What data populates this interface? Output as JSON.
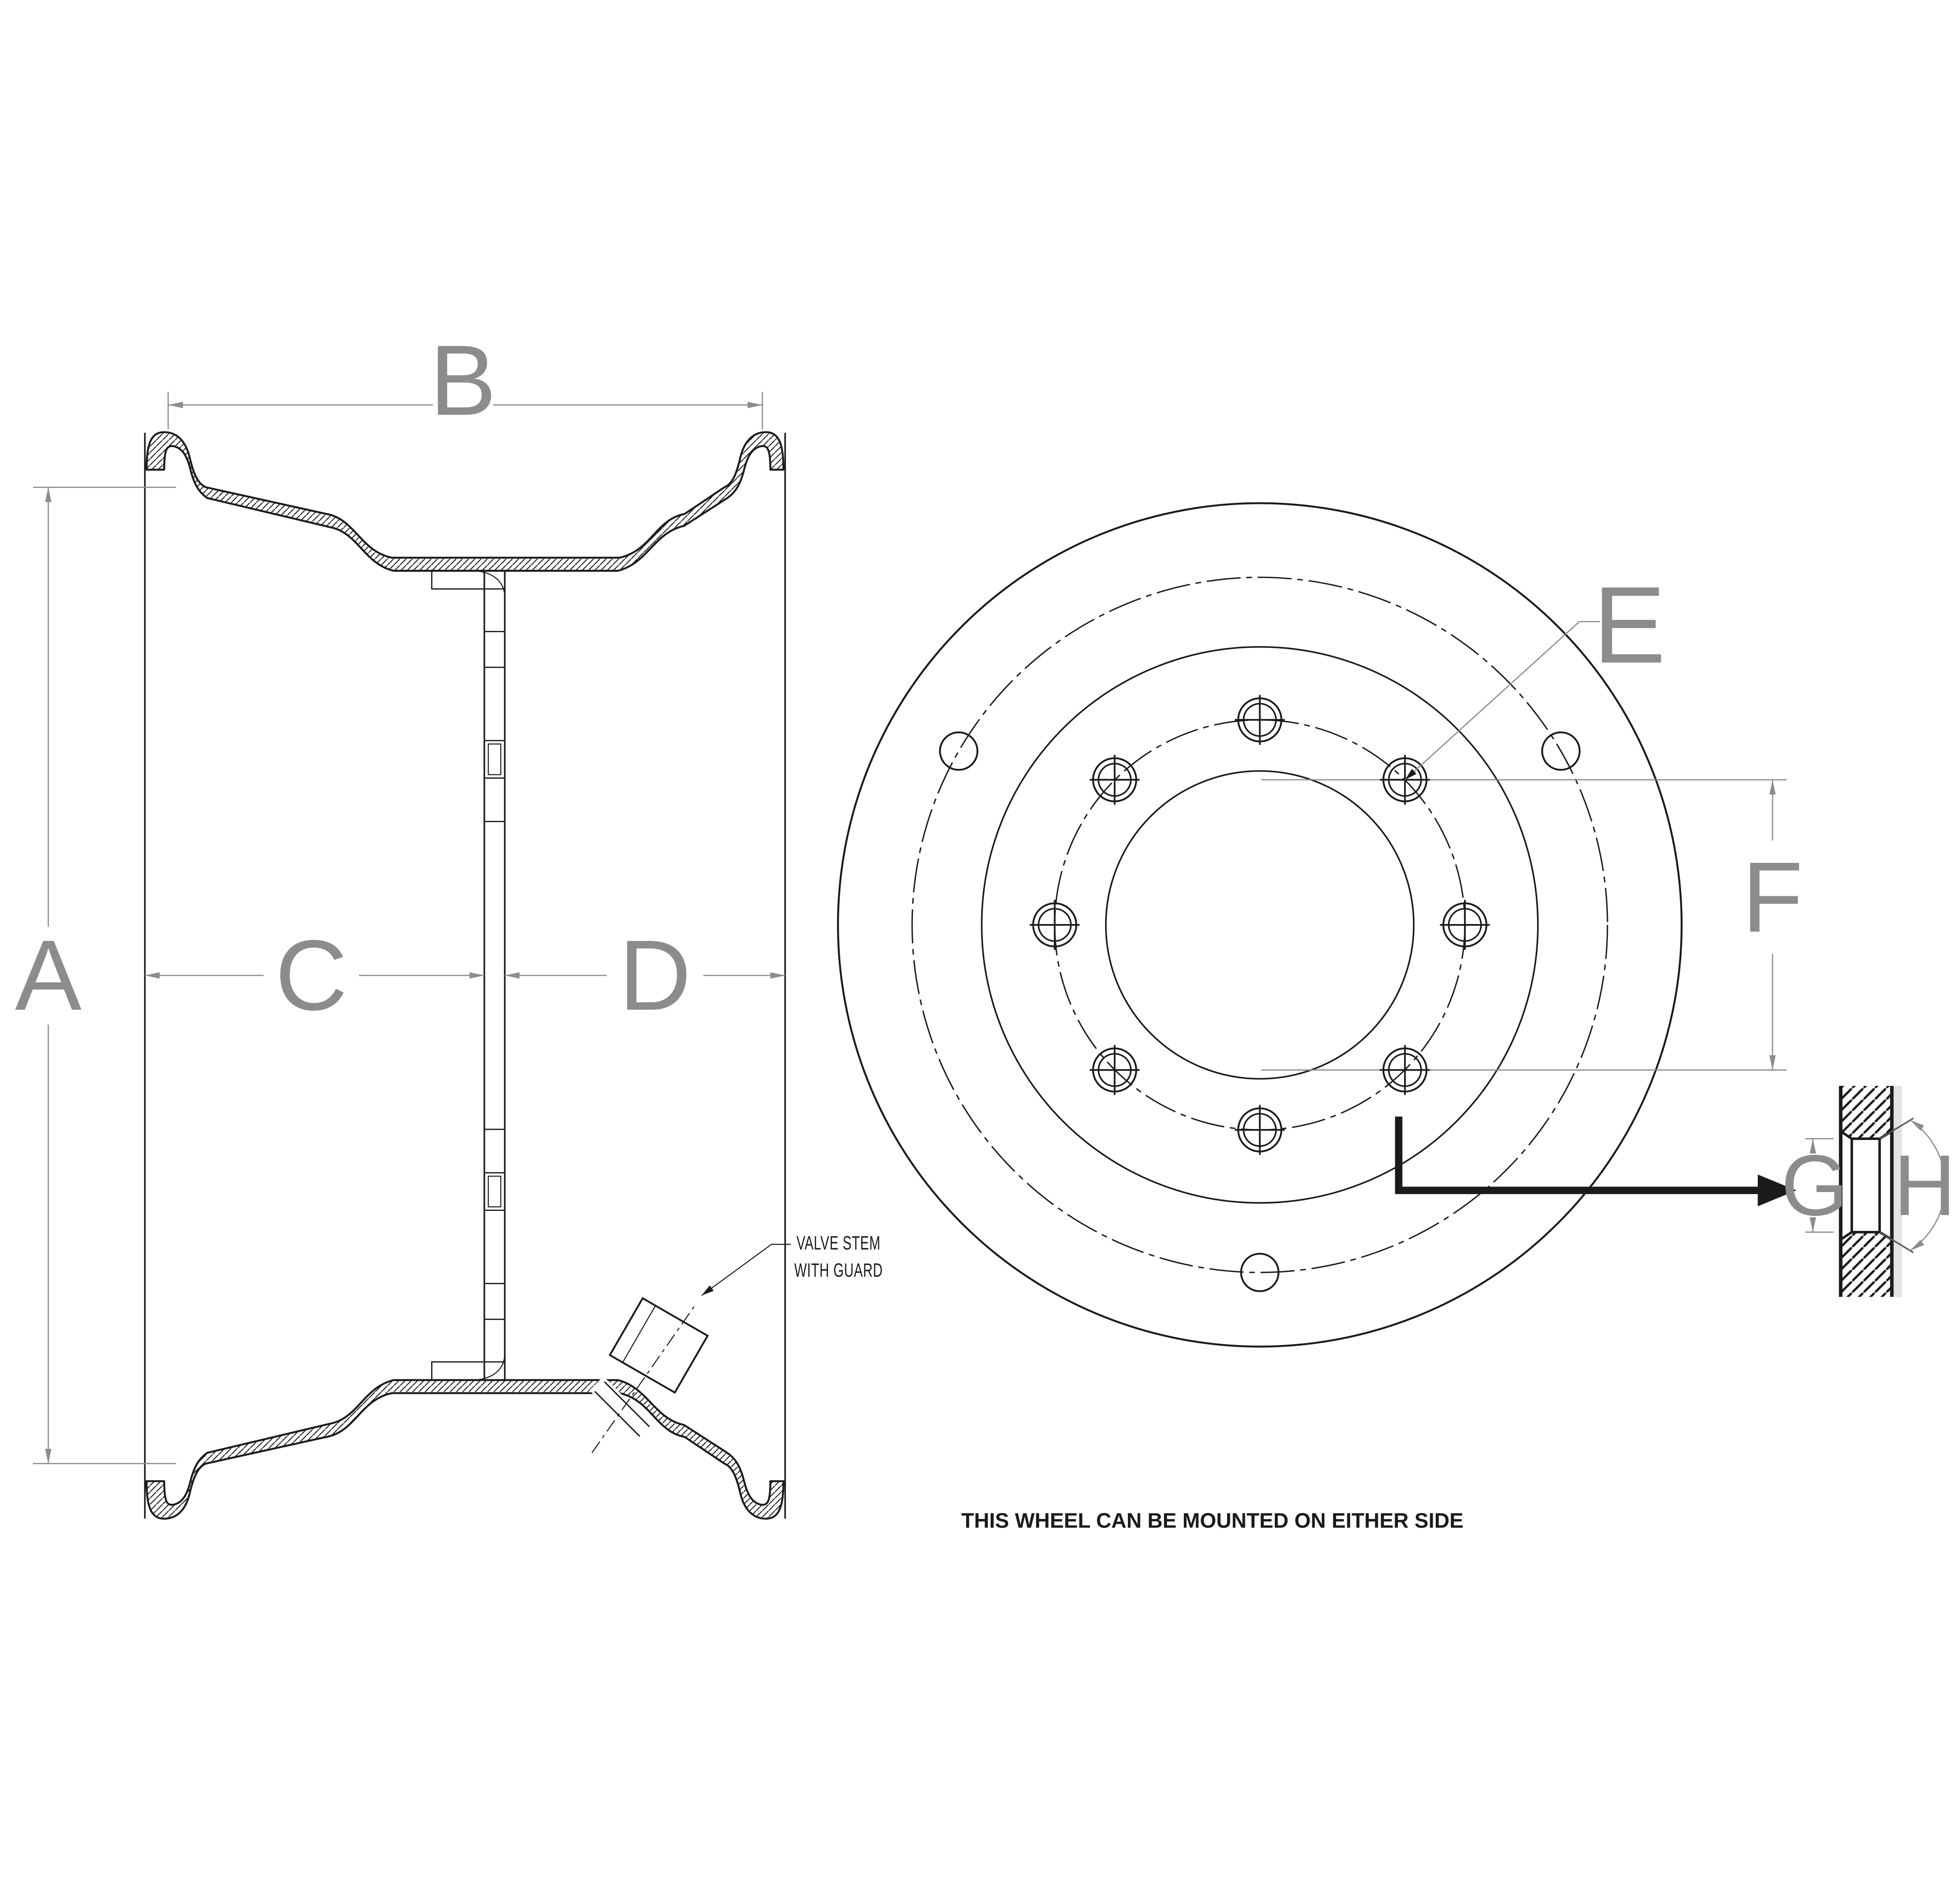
{
  "drawing": {
    "type": "engineering-drawing",
    "views": {
      "side_section": "rim cross-section view",
      "front": "wheel front view",
      "detail": "disc bolt-hole section detail"
    },
    "dimension_labels": {
      "a": "A",
      "b": "B",
      "c": "C",
      "d": "D",
      "e": "E",
      "f": "F",
      "g": "G",
      "h": "H"
    },
    "callout": {
      "line1": "VALVE STEM",
      "line2": "WITH GUARD"
    },
    "footnote": "THIS WHEEL CAN BE MOUNTED ON EITHER SIDE",
    "features": {
      "bolt_holes": 8,
      "hand_holes": 3
    },
    "colors": {
      "geometry": "#1b1b1b",
      "dimension": "#8c8c8c",
      "background": "#ffffff",
      "shadow": "#cccccc"
    }
  }
}
